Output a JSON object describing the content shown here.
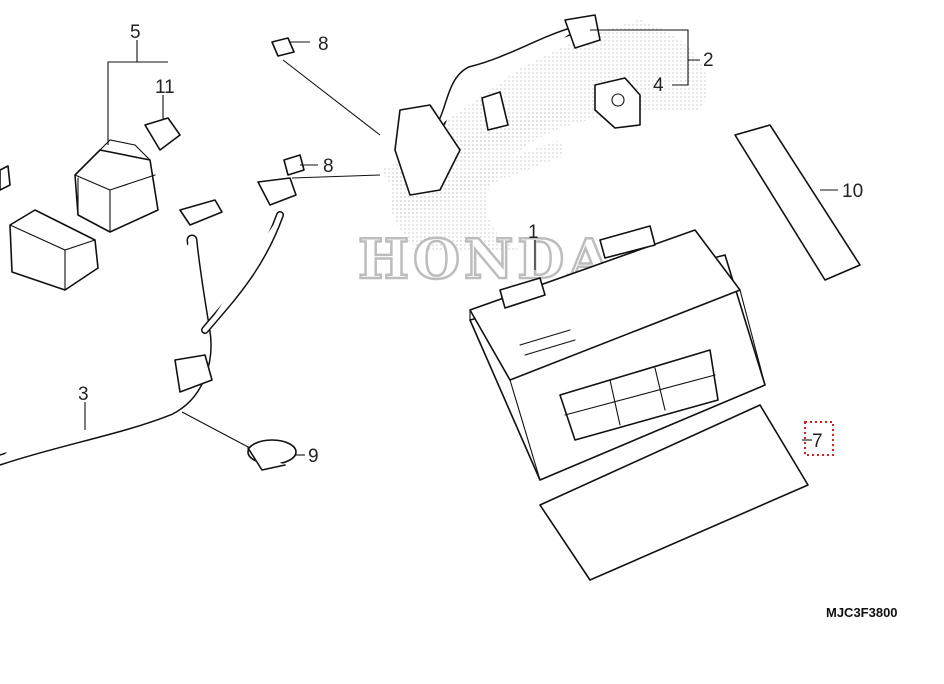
{
  "diagram": {
    "watermark": "HONDA",
    "drawing_code": "MJC3F3800",
    "highlighted_callout": "7",
    "callouts": [
      "1",
      "2",
      "3",
      "4",
      "5",
      "7",
      "8",
      "8",
      "9",
      "10",
      "11"
    ]
  },
  "colors": {
    "line": "#111111",
    "watermark": "#bdbdbd",
    "highlight": "#d42020"
  }
}
